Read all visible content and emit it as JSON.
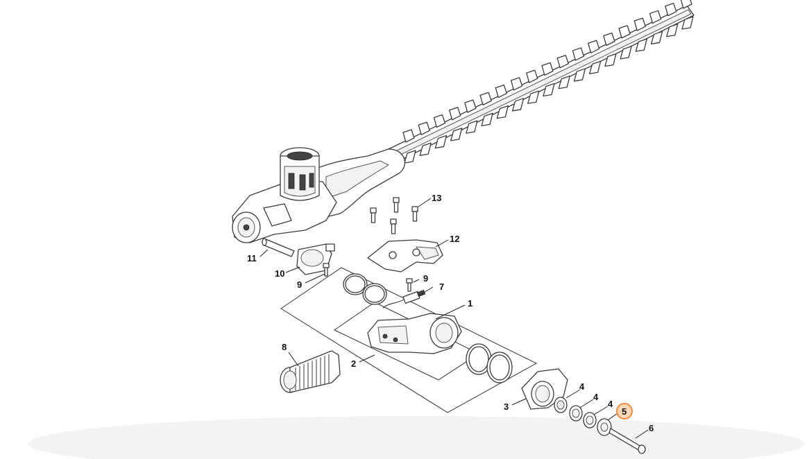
{
  "callouts": {
    "c1": "1",
    "c2": "2",
    "c3": "3",
    "c4a": "4",
    "c4b": "4",
    "c4c": "4",
    "c5": "5",
    "c6": "6",
    "c7": "7",
    "c8": "8",
    "c9a": "9",
    "c9b": "9",
    "c10": "10",
    "c11": "11",
    "c12": "12",
    "c13": "13"
  },
  "highlight": {
    "callout": "5",
    "color": "#f08a3c",
    "fill": "#fbd7b8"
  },
  "line_color": "#3a3a3a"
}
